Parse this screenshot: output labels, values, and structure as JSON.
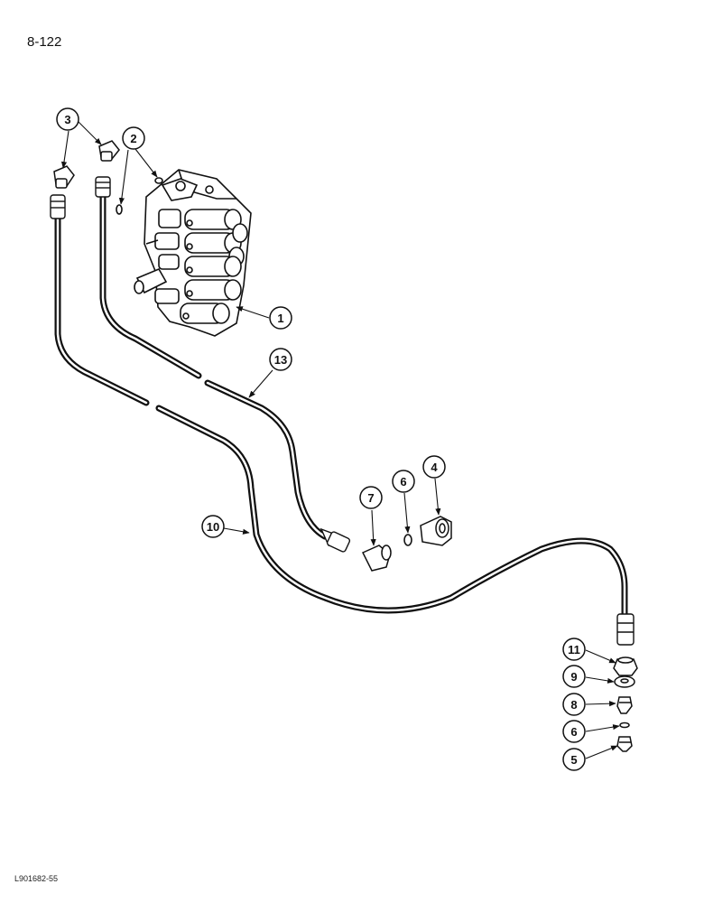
{
  "page_number": "8-122",
  "figure_code": "L901682-55",
  "callouts": [
    {
      "id": "1",
      "label": "1"
    },
    {
      "id": "2",
      "label": "2"
    },
    {
      "id": "3",
      "label": "3"
    },
    {
      "id": "4",
      "label": "4"
    },
    {
      "id": "5",
      "label": "5"
    },
    {
      "id": "6a",
      "label": "6"
    },
    {
      "id": "6b",
      "label": "6"
    },
    {
      "id": "7",
      "label": "7"
    },
    {
      "id": "8",
      "label": "8"
    },
    {
      "id": "9",
      "label": "9"
    },
    {
      "id": "10",
      "label": "10"
    },
    {
      "id": "11",
      "label": "11"
    },
    {
      "id": "13",
      "label": "13"
    }
  ]
}
